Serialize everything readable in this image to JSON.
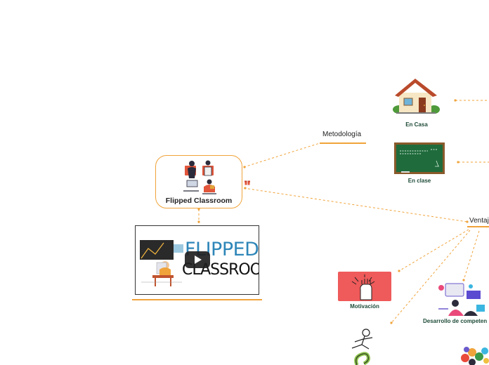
{
  "central": {
    "title": "Flipped Classroom"
  },
  "topics": {
    "metodologia": "Metodología",
    "ventajas": "Ventaj"
  },
  "captions": {
    "en_casa": "En Casa",
    "en_clase": "En clase",
    "motivacion": "Motivación",
    "desarrollo": "Desarrollo de competen"
  },
  "video": {
    "line1": "FLIPPED",
    "line2": "CLASSROOM"
  },
  "board_text": "ꝸꝋꝒꝋꝋ ꝸꝋꝒ ꝋ",
  "icons": {
    "central": "people-laptop-illustration",
    "en_casa": "house-icon",
    "en_clase": "chalkboard-icon",
    "motivacion": "raised-fist-icon",
    "desarrollo": "team-collaboration-illustration",
    "question": "question-person-illustration",
    "colorful": "colorful-dots-illustration",
    "attachment": "gift-icon",
    "play": "play-button-icon"
  },
  "colors": {
    "connector": "#f0a33a",
    "caption_text": "#1e4b38",
    "motivacion_bg": "#ef5a5a",
    "chalkboard": "#1f6b3c",
    "flipped_blue": "#2e86b8"
  }
}
